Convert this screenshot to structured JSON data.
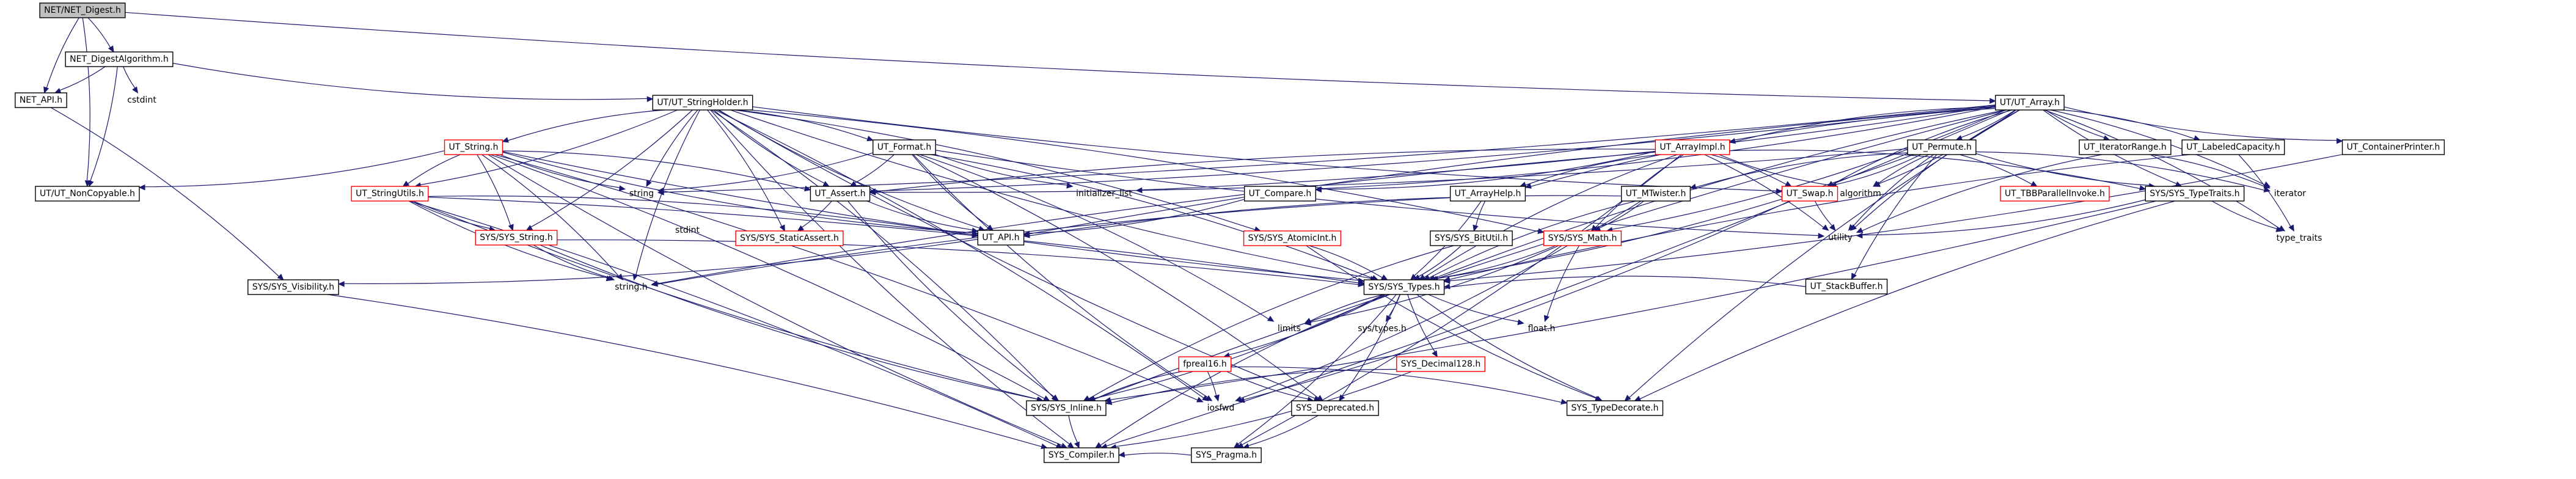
{
  "diagram": {
    "colors": {
      "edge": "#191970",
      "node_border": "#000000",
      "node_border_incomplete": "#ff0000",
      "node_fill": "#ffffff",
      "root_fill": "#bfbfbf",
      "plain_text": "#000000"
    },
    "nodes": [
      {
        "id": "root",
        "label": "NET/NET_Digest.h",
        "style": "root"
      },
      {
        "id": "ndalg",
        "label": "NET_DigestAlgorithm.h",
        "style": "normal"
      },
      {
        "id": "netapi",
        "label": "NET_API.h",
        "style": "normal"
      },
      {
        "id": "cstdint",
        "label": "cstdint",
        "style": "plain"
      },
      {
        "id": "noncopy",
        "label": "UT/UT_NonCopyable.h",
        "style": "normal"
      },
      {
        "id": "strhold",
        "label": "UT/UT_StringHolder.h",
        "style": "normal"
      },
      {
        "id": "utarray",
        "label": "UT/UT_Array.h",
        "style": "normal"
      },
      {
        "id": "utstring",
        "label": "UT_String.h",
        "style": "incomplete"
      },
      {
        "id": "strutils",
        "label": "UT_StringUtils.h",
        "style": "incomplete"
      },
      {
        "id": "sysstring",
        "label": "SYS/SYS_String.h",
        "style": "incomplete"
      },
      {
        "id": "visib",
        "label": "SYS/SYS_Visibility.h",
        "style": "normal"
      },
      {
        "id": "strh",
        "label": "string.h",
        "style": "plain"
      },
      {
        "id": "string",
        "label": "string",
        "style": "plain"
      },
      {
        "id": "stdint",
        "label": "stdint",
        "style": "plain"
      },
      {
        "id": "utformat",
        "label": "UT_Format.h",
        "style": "normal"
      },
      {
        "id": "utassert",
        "label": "UT_Assert.h",
        "style": "normal"
      },
      {
        "id": "staticassert",
        "label": "SYS/SYS_StaticAssert.h",
        "style": "incomplete"
      },
      {
        "id": "utapi",
        "label": "UT_API.h",
        "style": "normal"
      },
      {
        "id": "initlist",
        "label": "initializer_list",
        "style": "plain"
      },
      {
        "id": "arrimpl",
        "label": "UT_ArrayImpl.h",
        "style": "incomplete"
      },
      {
        "id": "compare",
        "label": "UT_Compare.h",
        "style": "normal"
      },
      {
        "id": "arrhelp",
        "label": "UT_ArrayHelp.h",
        "style": "normal"
      },
      {
        "id": "atomicint",
        "label": "SYS/SYS_AtomicInt.h",
        "style": "incomplete"
      },
      {
        "id": "bitutil",
        "label": "SYS/SYS_BitUtil.h",
        "style": "normal"
      },
      {
        "id": "sysmath",
        "label": "SYS/SYS_Math.h",
        "style": "incomplete"
      },
      {
        "id": "mtwister",
        "label": "UT_MTwister.h",
        "style": "normal"
      },
      {
        "id": "utswap",
        "label": "UT_Swap.h",
        "style": "incomplete"
      },
      {
        "id": "algorithm",
        "label": "algorithm",
        "style": "plain"
      },
      {
        "id": "permute",
        "label": "UT_Permute.h",
        "style": "normal"
      },
      {
        "id": "tbbpar",
        "label": "UT_TBBParallelInvoke.h",
        "style": "incomplete"
      },
      {
        "id": "typetraits",
        "label": "SYS/SYS_TypeTraits.h",
        "style": "normal"
      },
      {
        "id": "iterator",
        "label": "iterator",
        "style": "plain"
      },
      {
        "id": "utility",
        "label": "utility",
        "style": "plain"
      },
      {
        "id": "type_traits",
        "label": "type_traits",
        "style": "plain"
      },
      {
        "id": "stackbuf",
        "label": "UT_StackBuffer.h",
        "style": "normal"
      },
      {
        "id": "iterrange",
        "label": "UT_IteratorRange.h",
        "style": "normal"
      },
      {
        "id": "labcap",
        "label": "UT_LabeledCapacity.h",
        "style": "normal"
      },
      {
        "id": "contprint",
        "label": "UT_ContainerPrinter.h",
        "style": "normal"
      },
      {
        "id": "systypes",
        "label": "SYS/SYS_Types.h",
        "style": "normal"
      },
      {
        "id": "limits",
        "label": "limits",
        "style": "plain"
      },
      {
        "id": "systypesh",
        "label": "sys/types.h",
        "style": "plain"
      },
      {
        "id": "floath",
        "label": "float.h",
        "style": "plain"
      },
      {
        "id": "fpreal16",
        "label": "fpreal16.h",
        "style": "incomplete"
      },
      {
        "id": "decimal",
        "label": "SYS_Decimal128.h",
        "style": "incomplete"
      },
      {
        "id": "inline",
        "label": "SYS/SYS_Inline.h",
        "style": "normal"
      },
      {
        "id": "iosfwd",
        "label": "iosfwd",
        "style": "plain"
      },
      {
        "id": "deprecated",
        "label": "SYS_Deprecated.h",
        "style": "normal"
      },
      {
        "id": "typedecorate",
        "label": "SYS_TypeDecorate.h",
        "style": "normal"
      },
      {
        "id": "pragma",
        "label": "SYS_Pragma.h",
        "style": "normal"
      },
      {
        "id": "compiler",
        "label": "SYS_Compiler.h",
        "style": "normal"
      }
    ],
    "edges": [
      {
        "from": "root",
        "to": "ndalg"
      },
      {
        "from": "root",
        "to": "netapi"
      },
      {
        "from": "root",
        "to": "noncopy"
      },
      {
        "from": "root",
        "to": "utarray"
      },
      {
        "from": "ndalg",
        "to": "netapi"
      },
      {
        "from": "ndalg",
        "to": "cstdint"
      },
      {
        "from": "ndalg",
        "to": "noncopy"
      },
      {
        "from": "ndalg",
        "to": "strhold"
      },
      {
        "from": "netapi",
        "to": "visib"
      },
      {
        "from": "strhold",
        "to": "utstring"
      },
      {
        "from": "strhold",
        "to": "strutils"
      },
      {
        "from": "strhold",
        "to": "string"
      },
      {
        "from": "strhold",
        "to": "utformat"
      },
      {
        "from": "strhold",
        "to": "utassert"
      },
      {
        "from": "strhold",
        "to": "staticassert"
      },
      {
        "from": "strhold",
        "to": "utapi"
      },
      {
        "from": "strhold",
        "to": "sysstring"
      },
      {
        "from": "strhold",
        "to": "strh"
      },
      {
        "from": "strhold",
        "to": "atomicint"
      },
      {
        "from": "strhold",
        "to": "systypes"
      },
      {
        "from": "strhold",
        "to": "sysmath"
      },
      {
        "from": "strhold",
        "to": "utswap"
      },
      {
        "from": "strhold",
        "to": "inline"
      },
      {
        "from": "strhold",
        "to": "compiler"
      },
      {
        "from": "strhold",
        "to": "iosfwd"
      },
      {
        "from": "strhold",
        "to": "deprecated"
      },
      {
        "from": "utstring",
        "to": "noncopy"
      },
      {
        "from": "utstring",
        "to": "strutils"
      },
      {
        "from": "utstring",
        "to": "sysstring"
      },
      {
        "from": "utstring",
        "to": "string"
      },
      {
        "from": "utstring",
        "to": "utassert"
      },
      {
        "from": "utstring",
        "to": "utapi"
      },
      {
        "from": "utstring",
        "to": "strh"
      },
      {
        "from": "utstring",
        "to": "systypes"
      },
      {
        "from": "utstring",
        "to": "inline"
      },
      {
        "from": "utstring",
        "to": "compiler"
      },
      {
        "from": "utstring",
        "to": "iosfwd"
      },
      {
        "from": "strutils",
        "to": "sysstring"
      },
      {
        "from": "strutils",
        "to": "utapi"
      },
      {
        "from": "strutils",
        "to": "strh"
      },
      {
        "from": "strutils",
        "to": "systypes"
      },
      {
        "from": "strutils",
        "to": "inline"
      },
      {
        "from": "strutils",
        "to": "compiler"
      },
      {
        "from": "sysstring",
        "to": "strh"
      },
      {
        "from": "sysstring",
        "to": "systypes"
      },
      {
        "from": "sysstring",
        "to": "inline"
      },
      {
        "from": "utformat",
        "to": "string"
      },
      {
        "from": "utformat",
        "to": "initlist"
      },
      {
        "from": "utformat",
        "to": "utassert"
      },
      {
        "from": "utformat",
        "to": "utapi"
      },
      {
        "from": "utformat",
        "to": "systypes"
      },
      {
        "from": "utformat",
        "to": "utility"
      },
      {
        "from": "utformat",
        "to": "limits"
      },
      {
        "from": "utformat",
        "to": "iosfwd"
      },
      {
        "from": "utformat",
        "to": "deprecated"
      },
      {
        "from": "utassert",
        "to": "utapi"
      },
      {
        "from": "utassert",
        "to": "staticassert"
      },
      {
        "from": "utassert",
        "to": "inline"
      },
      {
        "from": "utapi",
        "to": "visib"
      },
      {
        "from": "utarray",
        "to": "arrimpl"
      },
      {
        "from": "utarray",
        "to": "compare"
      },
      {
        "from": "utarray",
        "to": "arrhelp"
      },
      {
        "from": "utarray",
        "to": "permute"
      },
      {
        "from": "utarray",
        "to": "iterrange"
      },
      {
        "from": "utarray",
        "to": "labcap"
      },
      {
        "from": "utarray",
        "to": "contprint"
      },
      {
        "from": "utarray",
        "to": "utassert"
      },
      {
        "from": "utarray",
        "to": "utapi"
      },
      {
        "from": "utarray",
        "to": "initlist"
      },
      {
        "from": "utarray",
        "to": "utswap"
      },
      {
        "from": "utarray",
        "to": "algorithm"
      },
      {
        "from": "utarray",
        "to": "typetraits"
      },
      {
        "from": "utarray",
        "to": "iterator"
      },
      {
        "from": "utarray",
        "to": "utility"
      },
      {
        "from": "utarray",
        "to": "type_traits"
      },
      {
        "from": "utarray",
        "to": "systypes"
      },
      {
        "from": "utarray",
        "to": "sysmath"
      },
      {
        "from": "utarray",
        "to": "inline"
      },
      {
        "from": "utarray",
        "to": "compiler"
      },
      {
        "from": "utarray",
        "to": "typedecorate"
      },
      {
        "from": "utarray",
        "to": "string"
      },
      {
        "from": "arrimpl",
        "to": "utassert"
      },
      {
        "from": "arrimpl",
        "to": "compare"
      },
      {
        "from": "arrimpl",
        "to": "arrhelp"
      },
      {
        "from": "arrimpl",
        "to": "utswap"
      },
      {
        "from": "arrimpl",
        "to": "algorithm"
      },
      {
        "from": "arrimpl",
        "to": "utility"
      },
      {
        "from": "arrimpl",
        "to": "sysmath"
      },
      {
        "from": "arrimpl",
        "to": "typetraits"
      },
      {
        "from": "arrimpl",
        "to": "strh"
      },
      {
        "from": "arrimpl",
        "to": "pragma"
      },
      {
        "from": "arrimpl",
        "to": "systypes"
      },
      {
        "from": "compare",
        "to": "utapi"
      },
      {
        "from": "arrhelp",
        "to": "bitutil"
      },
      {
        "from": "arrhelp",
        "to": "systypes"
      },
      {
        "from": "arrhelp",
        "to": "strh"
      },
      {
        "from": "bitutil",
        "to": "systypes"
      },
      {
        "from": "bitutil",
        "to": "inline"
      },
      {
        "from": "atomicint",
        "to": "systypes"
      },
      {
        "from": "atomicint",
        "to": "typedecorate"
      },
      {
        "from": "sysmath",
        "to": "systypes"
      },
      {
        "from": "sysmath",
        "to": "floath"
      },
      {
        "from": "sysmath",
        "to": "limits"
      },
      {
        "from": "mtwister",
        "to": "utapi"
      },
      {
        "from": "mtwister",
        "to": "sysmath"
      },
      {
        "from": "mtwister",
        "to": "systypes"
      },
      {
        "from": "mtwister",
        "to": "iosfwd"
      },
      {
        "from": "utswap",
        "to": "utility"
      },
      {
        "from": "utswap",
        "to": "iosfwd"
      },
      {
        "from": "permute",
        "to": "mtwister"
      },
      {
        "from": "permute",
        "to": "tbbpar"
      },
      {
        "from": "permute",
        "to": "typetraits"
      },
      {
        "from": "permute",
        "to": "utswap"
      },
      {
        "from": "permute",
        "to": "algorithm"
      },
      {
        "from": "permute",
        "to": "iterator"
      },
      {
        "from": "permute",
        "to": "utility"
      },
      {
        "from": "permute",
        "to": "utassert"
      },
      {
        "from": "permute",
        "to": "stackbuf"
      },
      {
        "from": "permute",
        "to": "systypes"
      },
      {
        "from": "typetraits",
        "to": "type_traits"
      },
      {
        "from": "typetraits",
        "to": "utility"
      },
      {
        "from": "typetraits",
        "to": "typedecorate"
      },
      {
        "from": "typetraits",
        "to": "inline"
      },
      {
        "from": "stackbuf",
        "to": "systypes"
      },
      {
        "from": "iterrange",
        "to": "iterator"
      },
      {
        "from": "iterrange",
        "to": "utility"
      },
      {
        "from": "labcap",
        "to": "type_traits"
      },
      {
        "from": "labcap",
        "to": "systypes"
      },
      {
        "from": "contprint",
        "to": "systypes"
      },
      {
        "from": "systypes",
        "to": "limits"
      },
      {
        "from": "systypes",
        "to": "systypesh"
      },
      {
        "from": "systypes",
        "to": "floath"
      },
      {
        "from": "systypes",
        "to": "fpreal16"
      },
      {
        "from": "systypes",
        "to": "decimal"
      },
      {
        "from": "systypes",
        "to": "inline"
      },
      {
        "from": "systypes",
        "to": "compiler"
      },
      {
        "from": "systypes",
        "to": "deprecated"
      },
      {
        "from": "systypes",
        "to": "typedecorate"
      },
      {
        "from": "systypes",
        "to": "pragma"
      },
      {
        "from": "fpreal16",
        "to": "inline"
      },
      {
        "from": "fpreal16",
        "to": "iosfwd"
      },
      {
        "from": "fpreal16",
        "to": "deprecated"
      },
      {
        "from": "fpreal16",
        "to": "typedecorate"
      },
      {
        "from": "decimal",
        "to": "inline"
      },
      {
        "from": "decimal",
        "to": "compiler"
      },
      {
        "from": "inline",
        "to": "compiler"
      },
      {
        "from": "deprecated",
        "to": "pragma"
      },
      {
        "from": "pragma",
        "to": "compiler"
      },
      {
        "from": "visib",
        "to": "compiler"
      }
    ]
  }
}
